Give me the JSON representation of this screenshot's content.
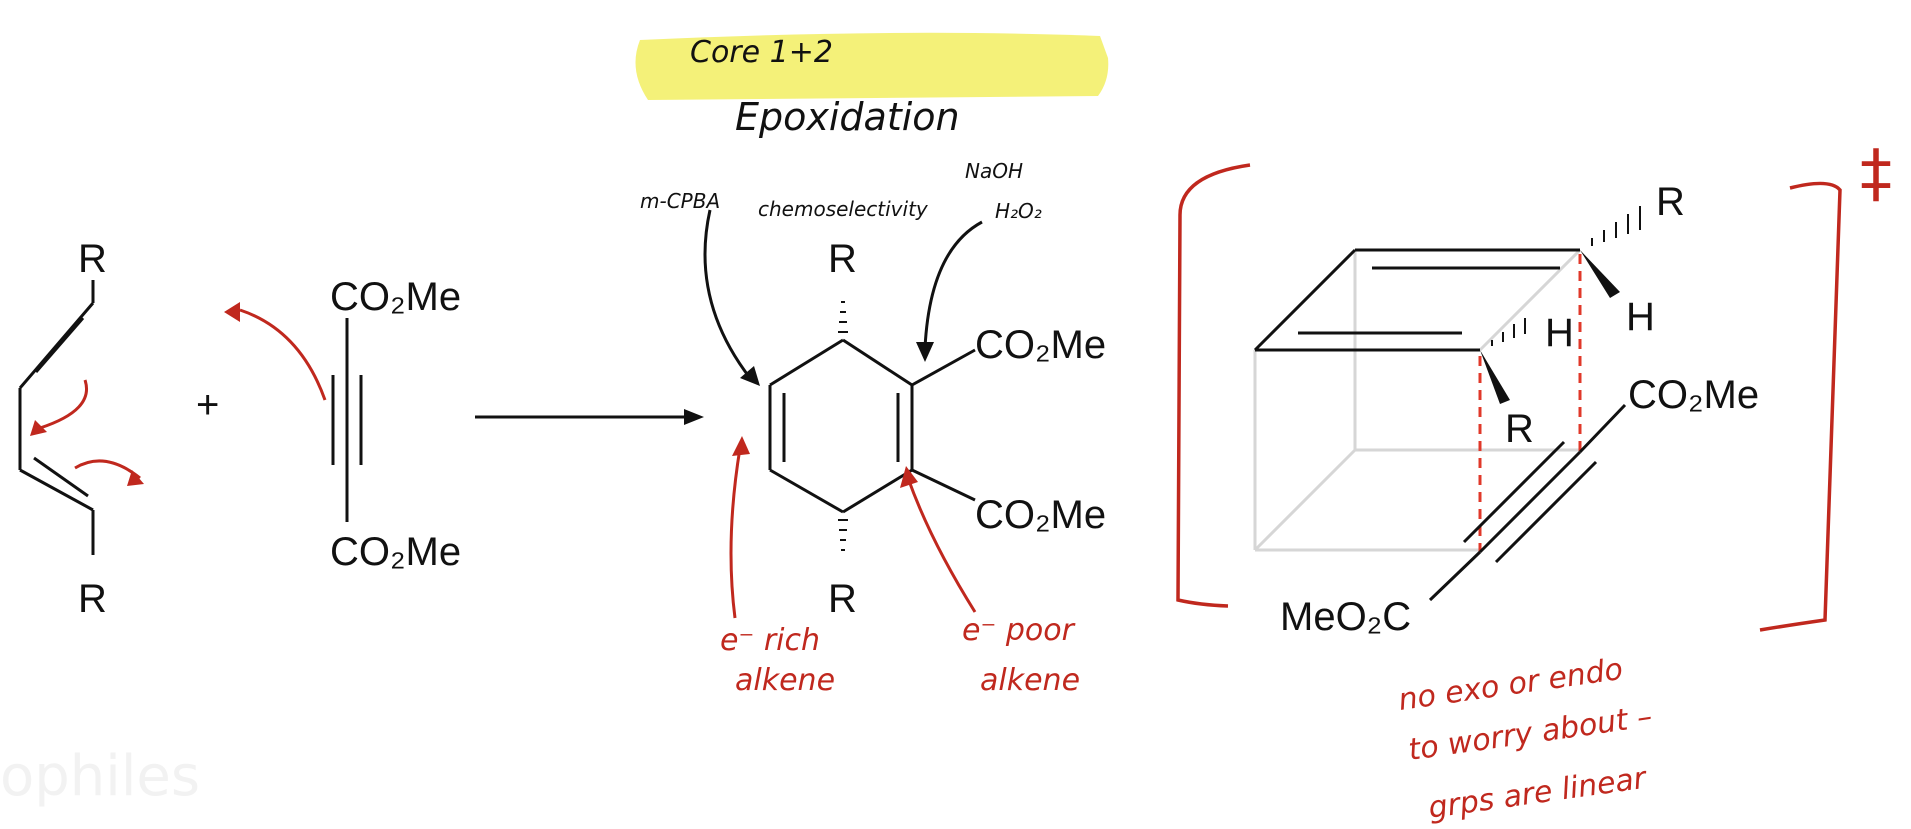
{
  "notes": {
    "highlight_label": "Core 1+2",
    "heading": "Epoxidation",
    "reagent_left": "m-CPBA",
    "selectivity": "chemoselectivity",
    "reagent_right_line1": "NaOH",
    "reagent_right_line2": "H₂O₂",
    "rich_line1": "e⁻ rich",
    "rich_line2": "alkene",
    "poor_line1": "e⁻ poor",
    "poor_line2": "alkene",
    "comment_line1": "no exo or endo",
    "comment_line2": "to worry about –",
    "comment_line3": "grps are linear",
    "double_dagger": "‡",
    "faded_word": "ophiles"
  },
  "molecules": {
    "diene": {
      "r_top": "R",
      "r_bottom": "R"
    },
    "alkyne": {
      "top_ester": "CO₂Me",
      "bottom_ester": "CO₂Me"
    },
    "plus": "+",
    "product": {
      "r_top": "R",
      "r_bottom": "R",
      "ester_top": "CO₂Me",
      "ester_bottom": "CO₂Me"
    },
    "transition_state": {
      "r_top": "R",
      "h_top": "H",
      "h_mid": "H",
      "r_mid": "R",
      "ester_right": "CO₂Me",
      "ester_left": "MeO₂C"
    }
  },
  "colors": {
    "ink": "#111111",
    "annotation": "#c0281e",
    "highlight": "#f3f06a",
    "box_edge": "#d6d6d6"
  }
}
